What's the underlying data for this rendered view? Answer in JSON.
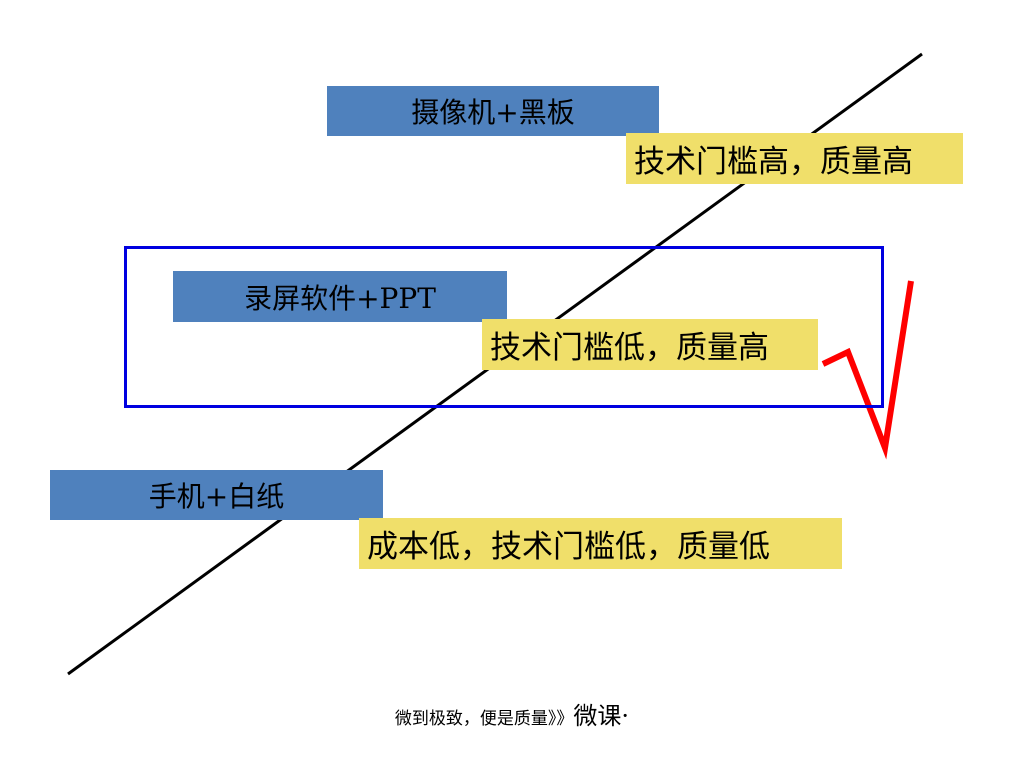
{
  "diagram": {
    "methods": [
      {
        "label": "摄像机+黑板",
        "note": "技术门槛高，质量高"
      },
      {
        "label": "录屏软件+PPT",
        "note": "技术门槛低，质量高"
      },
      {
        "label": "手机+白纸",
        "note": "成本低，技术门槛低，质量低"
      }
    ],
    "checkmark_color": "#ff0000",
    "frame_color": "#0000e0",
    "method_box_color": "#4f81bd",
    "note_box_color": "#f0df6a"
  },
  "footer": {
    "small_text": "微到极致，便是质量》》",
    "large_text": "微课·"
  }
}
